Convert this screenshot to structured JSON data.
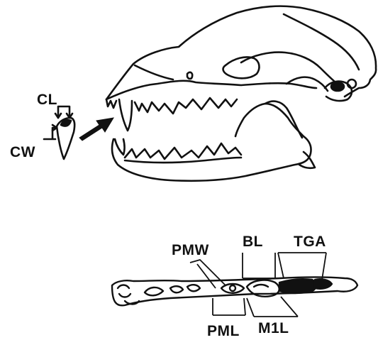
{
  "labels": {
    "cl": "CL",
    "cw": "CW",
    "pmw": "PMW",
    "bl": "BL",
    "tga": "TGA",
    "pml": "PML",
    "m1l": "M1L"
  },
  "colors": {
    "ink": "#111111",
    "paper": "#ffffff"
  }
}
